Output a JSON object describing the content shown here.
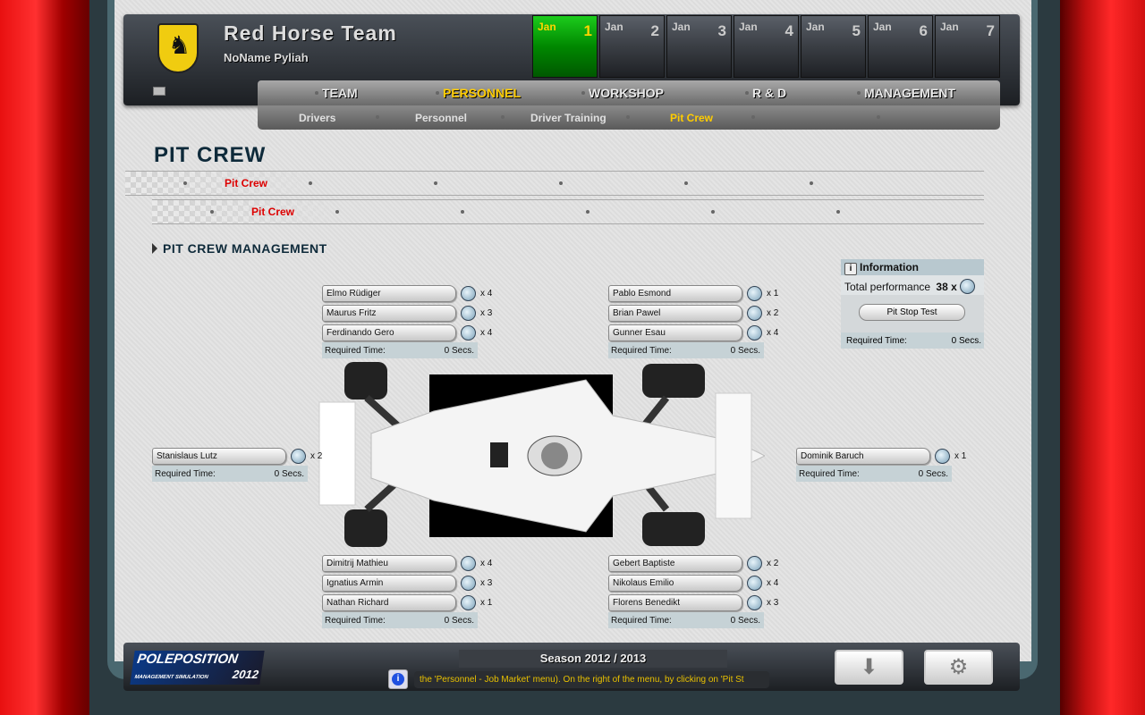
{
  "header": {
    "team_name": "Red Horse Team",
    "manager_name": "NoName Pyliah"
  },
  "calendar": [
    {
      "month": "Jan",
      "day": "1",
      "active": true
    },
    {
      "month": "Jan",
      "day": "2"
    },
    {
      "month": "Jan",
      "day": "3"
    },
    {
      "month": "Jan",
      "day": "4"
    },
    {
      "month": "Jan",
      "day": "5"
    },
    {
      "month": "Jan",
      "day": "6"
    },
    {
      "month": "Jan",
      "day": "7"
    }
  ],
  "nav": {
    "items": [
      "TEAM",
      "PERSONNEL",
      "WORKSHOP",
      "R & D",
      "MANAGEMENT"
    ],
    "active": "PERSONNEL"
  },
  "subnav": {
    "items": [
      "Drivers",
      "Personnel",
      "Driver Training",
      "Pit Crew"
    ],
    "active": "Pit Crew"
  },
  "page_title": "PIT CREW",
  "tabs1": [
    "Pit Crew"
  ],
  "tabs2": [
    "Pit Crew"
  ],
  "section_title": "PIT CREW MANAGEMENT",
  "required_label": "Required Time:",
  "crew_groups": [
    {
      "id": "front-left",
      "members": [
        {
          "name": "Elmo Rüdiger",
          "mult": "x 4"
        },
        {
          "name": "Maurus Fritz",
          "mult": "x 3"
        },
        {
          "name": "Ferdinando Gero",
          "mult": "x 4"
        }
      ],
      "required": "0 Secs."
    },
    {
      "id": "front-right",
      "members": [
        {
          "name": "Pablo Esmond",
          "mult": "x 1"
        },
        {
          "name": "Brian Pawel",
          "mult": "x 2"
        },
        {
          "name": "Gunner Esau",
          "mult": "x 4"
        }
      ],
      "required": "0 Secs."
    },
    {
      "id": "rear",
      "members": [
        {
          "name": "Stanislaus Lutz",
          "mult": "x 2"
        }
      ],
      "required": "0 Secs."
    },
    {
      "id": "nose",
      "members": [
        {
          "name": "Dominik Baruch",
          "mult": "x 1"
        }
      ],
      "required": "0 Secs."
    },
    {
      "id": "rear-left",
      "members": [
        {
          "name": "Dimitrij Mathieu",
          "mult": "x 4"
        },
        {
          "name": "Ignatius Armin",
          "mult": "x 3"
        },
        {
          "name": "Nathan Richard",
          "mult": "x 1"
        }
      ],
      "required": "0 Secs."
    },
    {
      "id": "rear-right",
      "members": [
        {
          "name": "Gebert Baptiste",
          "mult": "x 2"
        },
        {
          "name": "Nikolaus Emilio",
          "mult": "x 4"
        },
        {
          "name": "Florens Benedikt",
          "mult": "x 3"
        }
      ],
      "required": "0 Secs."
    }
  ],
  "info": {
    "title": "Information",
    "total_label": "Total performance",
    "total_value": "38 x",
    "button": "Pit Stop Test",
    "required": "0 Secs."
  },
  "footer": {
    "logo": "POLE POSITION MANAGEMENT SIMULATION 2012",
    "season": "Season 2012 / 2013",
    "ticker": "the 'Personnel - Job Market' menu). On the right of the menu, by clicking on 'Pit St"
  }
}
